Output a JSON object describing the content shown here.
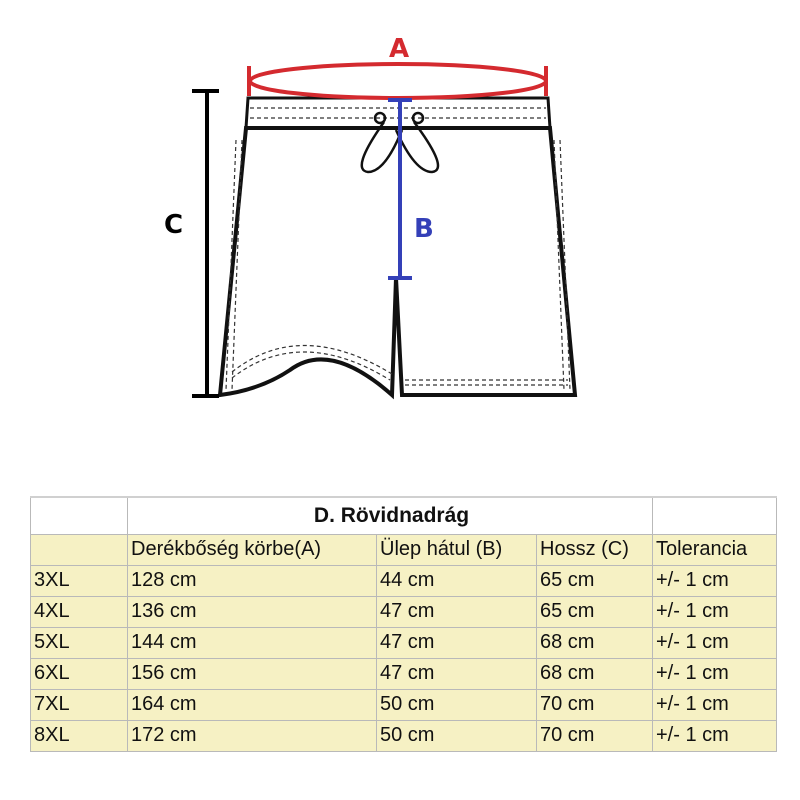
{
  "diagram": {
    "labels": {
      "a": "A",
      "b": "B",
      "c": "C"
    },
    "colors": {
      "a": "#d42a2f",
      "b": "#3440b8",
      "c": "#000000"
    }
  },
  "table": {
    "title": "D. Rövidnadrág",
    "headers": [
      "",
      "Derékbőség körbe(A)",
      "Ülep hátul (B)",
      "Hossz (C)",
      "Tolerancia"
    ],
    "rows": [
      [
        "3XL",
        "128 cm",
        "44 cm",
        "65 cm",
        "+/- 1 cm"
      ],
      [
        "4XL",
        "136 cm",
        "47 cm",
        "65 cm",
        "+/- 1 cm"
      ],
      [
        "5XL",
        "144 cm",
        "47 cm",
        "68 cm",
        "+/- 1 cm"
      ],
      [
        "6XL",
        "156 cm",
        "47 cm",
        "68 cm",
        "+/- 1 cm"
      ],
      [
        "7XL",
        "164 cm",
        "50 cm",
        "70 cm",
        "+/- 1 cm"
      ],
      [
        "8XL",
        "172 cm",
        "50 cm",
        "70 cm",
        "+/- 1 cm"
      ]
    ],
    "background": "#f6f1c4"
  }
}
